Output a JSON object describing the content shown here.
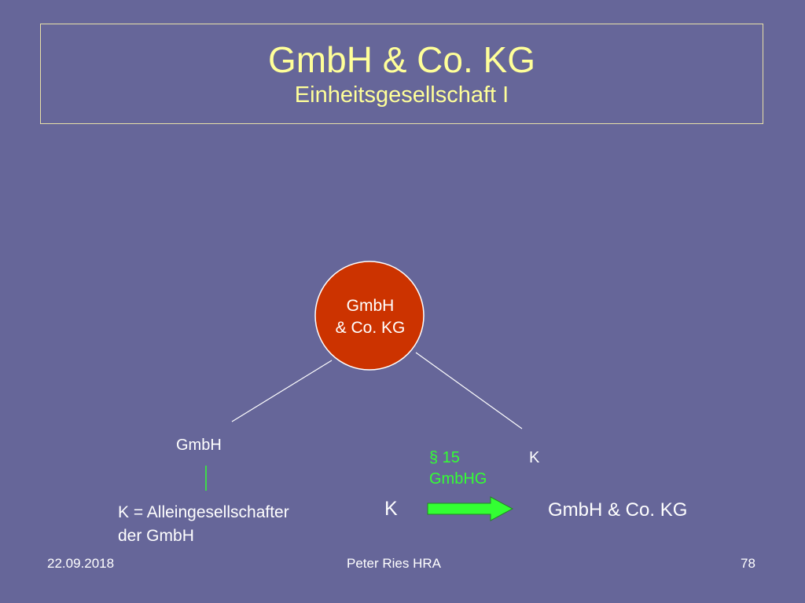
{
  "slide": {
    "title": "GmbH & Co. KG",
    "subtitle": "Einheitsgesellschaft I"
  },
  "diagram": {
    "top_node": {
      "line1": "GmbH",
      "line2": "& Co. KG"
    },
    "left_node": "GmbH",
    "right_node": "K",
    "note_line1": "K = Alleingesellschafter",
    "note_line2": "der GmbH",
    "arrow_label_line1": "§ 15",
    "arrow_label_line2": "GmbHG",
    "arrow_from": "K",
    "arrow_to": "GmbH & Co. KG"
  },
  "footer": {
    "date": "22.09.2018",
    "author": "Peter Ries HRA",
    "page": "78"
  },
  "colors": {
    "background": "#666699",
    "title": "#ffff99",
    "circle": "#cc3300",
    "arrow": "#33ff33"
  }
}
